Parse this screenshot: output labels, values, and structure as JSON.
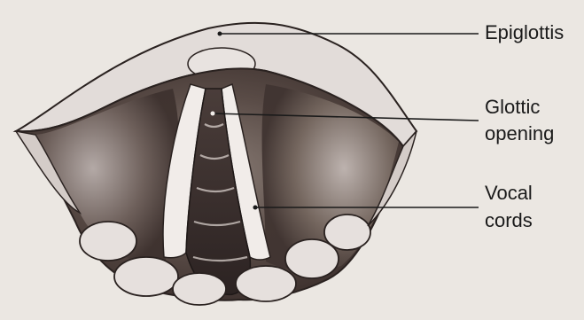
{
  "labels": {
    "epiglottis": "Epiglottis",
    "glottic_opening": [
      "Glottic",
      "opening"
    ],
    "vocal_cords": [
      "Vocal",
      "cords"
    ]
  },
  "icons": {
    "illustration": "larynx-vocal-cords-illustration"
  }
}
